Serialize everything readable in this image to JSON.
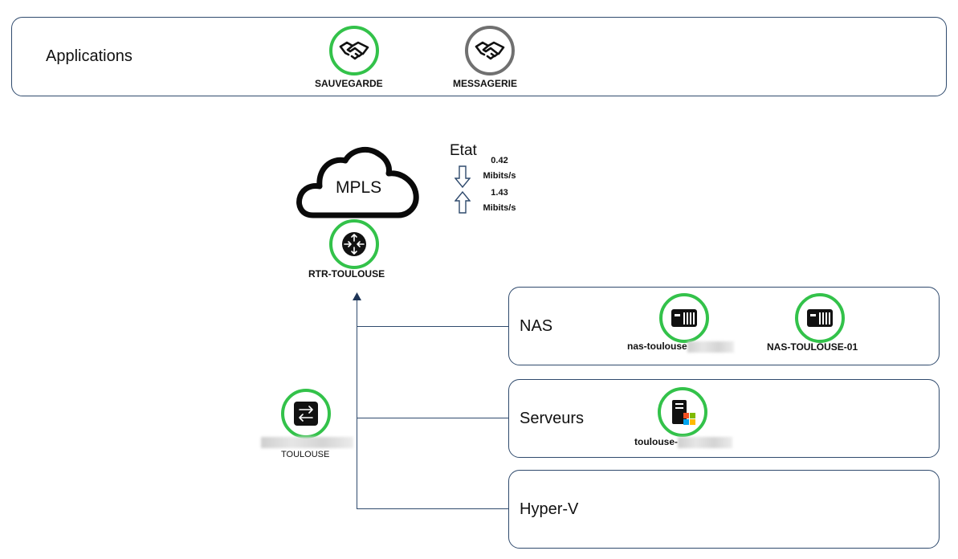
{
  "applications": {
    "title": "Applications",
    "items": [
      {
        "label": "SAUVEGARDE",
        "status_color": "#33c24a",
        "icon": "handshake-icon"
      },
      {
        "label": "MESSAGERIE",
        "status_color": "#707070",
        "icon": "handshake-icon"
      }
    ]
  },
  "mpls": {
    "label": "MPLS"
  },
  "router": {
    "label": "RTR-TOULOUSE",
    "icon": "router-icon"
  },
  "etat": {
    "title": "Etat",
    "down_value": "0.42",
    "down_unit": "Mibits/s",
    "up_value": "1.43",
    "up_unit": "Mibits/s"
  },
  "switch": {
    "label": "TOULOUSE",
    "icon": "switch-icon"
  },
  "groups": {
    "nas": {
      "title": "NAS",
      "devices": [
        {
          "label": "nas-toulouse",
          "icon": "nas-icon"
        },
        {
          "label": "NAS-TOULOUSE-01",
          "icon": "nas-icon"
        }
      ]
    },
    "serveurs": {
      "title": "Serveurs",
      "devices": [
        {
          "label": "toulouse-",
          "icon": "windows-server-icon"
        }
      ]
    },
    "hyperv": {
      "title": "Hyper-V"
    }
  },
  "colors": {
    "ok": "#33c24a",
    "unknown": "#707070",
    "border": "#2f4a6d"
  }
}
